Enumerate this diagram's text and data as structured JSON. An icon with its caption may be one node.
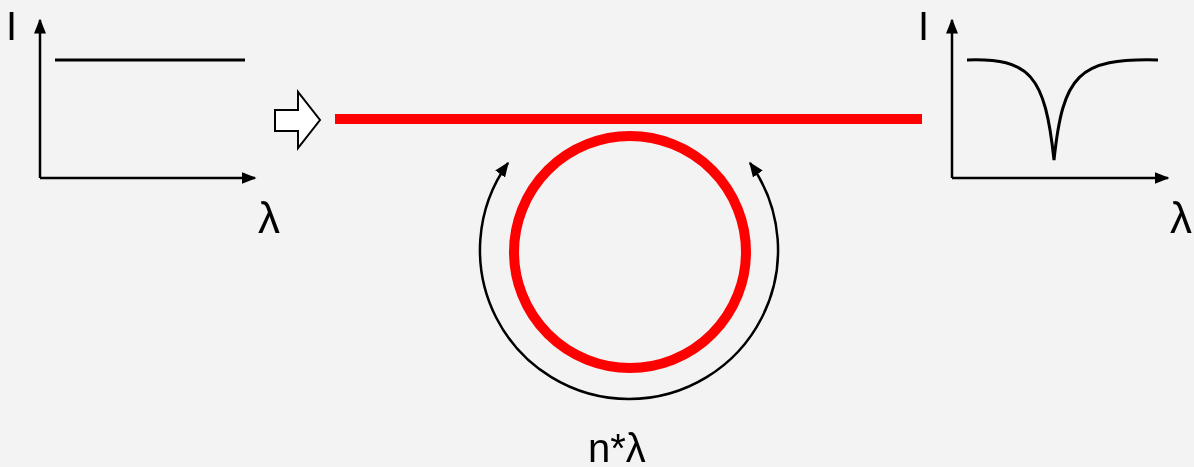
{
  "diagram": {
    "labels": [
      "I",
      "λ",
      "I",
      "λ",
      "n*λ"
    ]
  }
}
